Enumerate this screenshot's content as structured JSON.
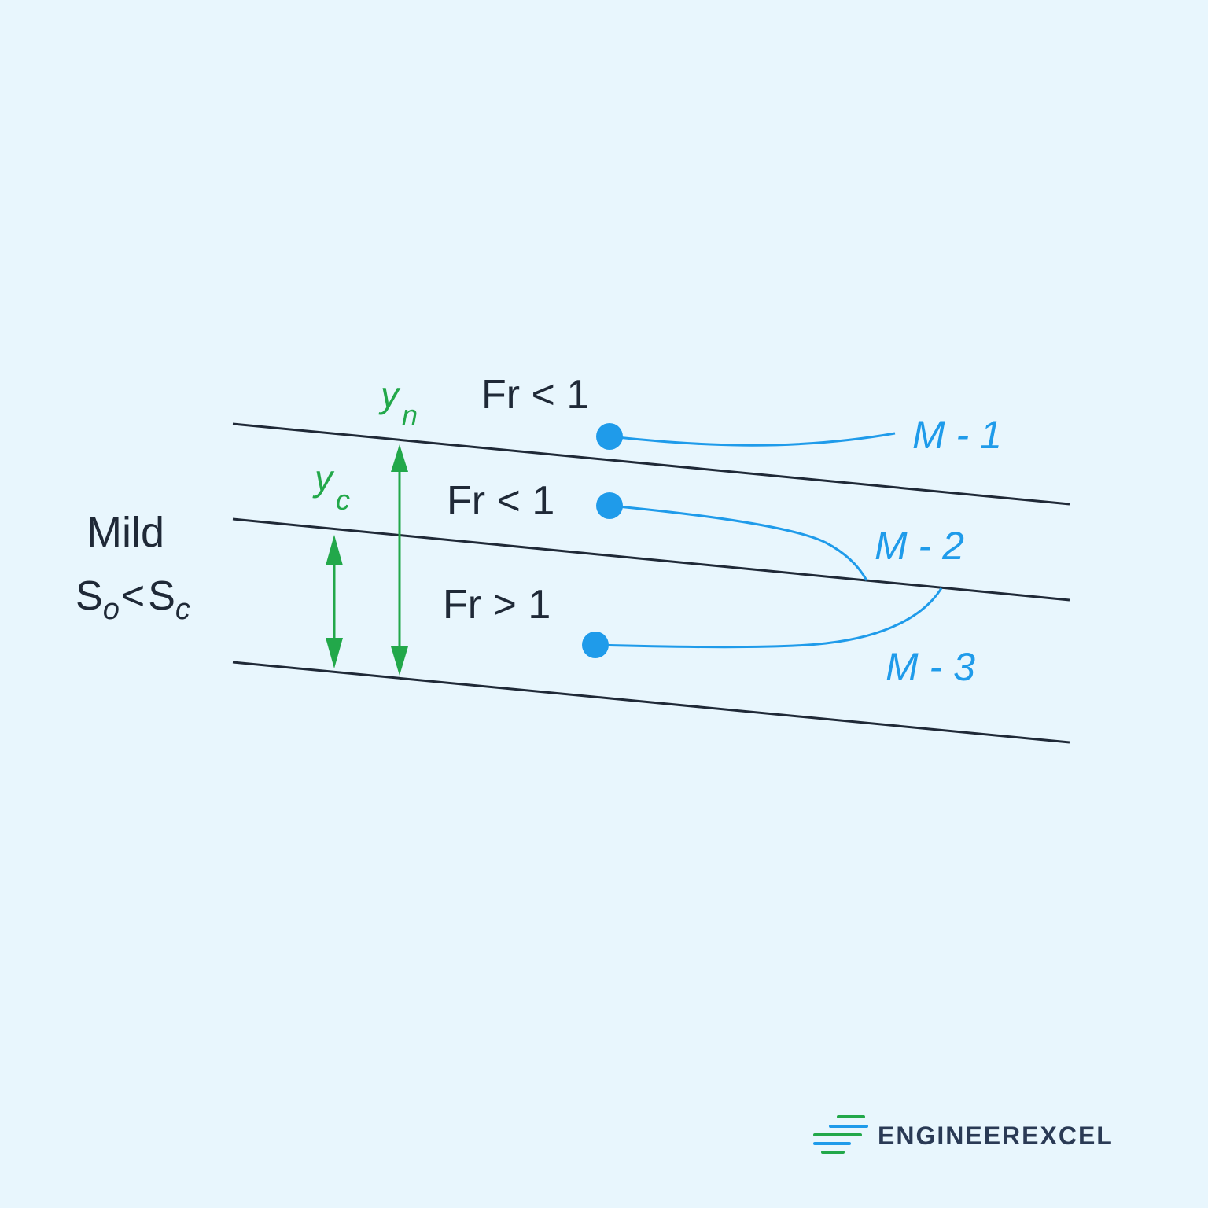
{
  "diagram": {
    "category": {
      "name": "Mild",
      "slope_base_1": "S",
      "slope_sub_1": "o",
      "slope_relation": "<",
      "slope_base_2": "S",
      "slope_sub_2": "c"
    },
    "depths": {
      "normal": {
        "base": "y",
        "sub": "n"
      },
      "critical": {
        "base": "y",
        "sub": "c"
      }
    },
    "zones": [
      {
        "froude": "Fr < 1",
        "profile": "M - 1"
      },
      {
        "froude": "Fr < 1",
        "profile": "M - 2"
      },
      {
        "froude": "Fr > 1",
        "profile": "M - 3"
      }
    ],
    "colors": {
      "background": "#e8f6fd",
      "lines": "#1f2937",
      "depth_arrows": "#22a84a",
      "profiles": "#1f9bea"
    }
  },
  "brand": {
    "name": "ENGINEEREXCEL"
  }
}
